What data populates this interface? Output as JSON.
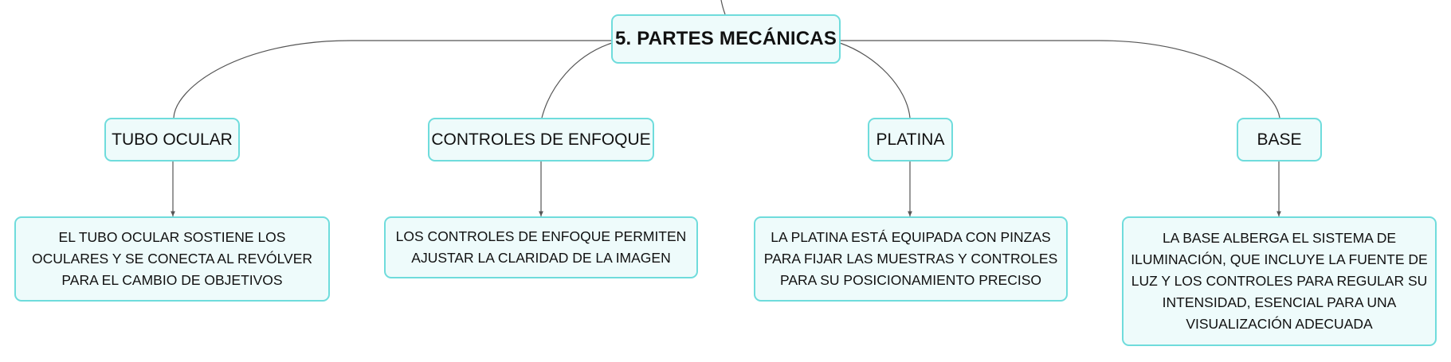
{
  "diagram": {
    "root": {
      "label": "5. PARTES MECÁNICAS"
    },
    "branches": [
      {
        "label": "TUBO OCULAR",
        "detail": "EL TUBO OCULAR SOSTIENE LOS OCULARES Y SE CONECTA AL REVÓLVER PARA EL CAMBIO DE OBJETIVOS"
      },
      {
        "label": "CONTROLES DE ENFOQUE",
        "detail": "LOS CONTROLES DE ENFOQUE PERMITEN AJUSTAR LA CLARIDAD DE LA IMAGEN"
      },
      {
        "label": "PLATINA",
        "detail": "LA PLATINA ESTÁ EQUIPADA CON PINZAS PARA FIJAR LAS MUESTRAS Y CONTROLES PARA SU POSICIONAMIENTO PRECISO"
      },
      {
        "label": "BASE",
        "detail": "LA BASE ALBERGA EL SISTEMA DE ILUMINACIÓN, QUE INCLUYE LA FUENTE DE LUZ Y LOS CONTROLES PARA REGULAR SU INTENSIDAD, ESENCIAL PARA UNA VISUALIZACIÓN ADECUADA"
      }
    ],
    "colors": {
      "node_fill": "#eefbfb",
      "node_border": "#6fdcdc",
      "connector": "#555555"
    }
  }
}
